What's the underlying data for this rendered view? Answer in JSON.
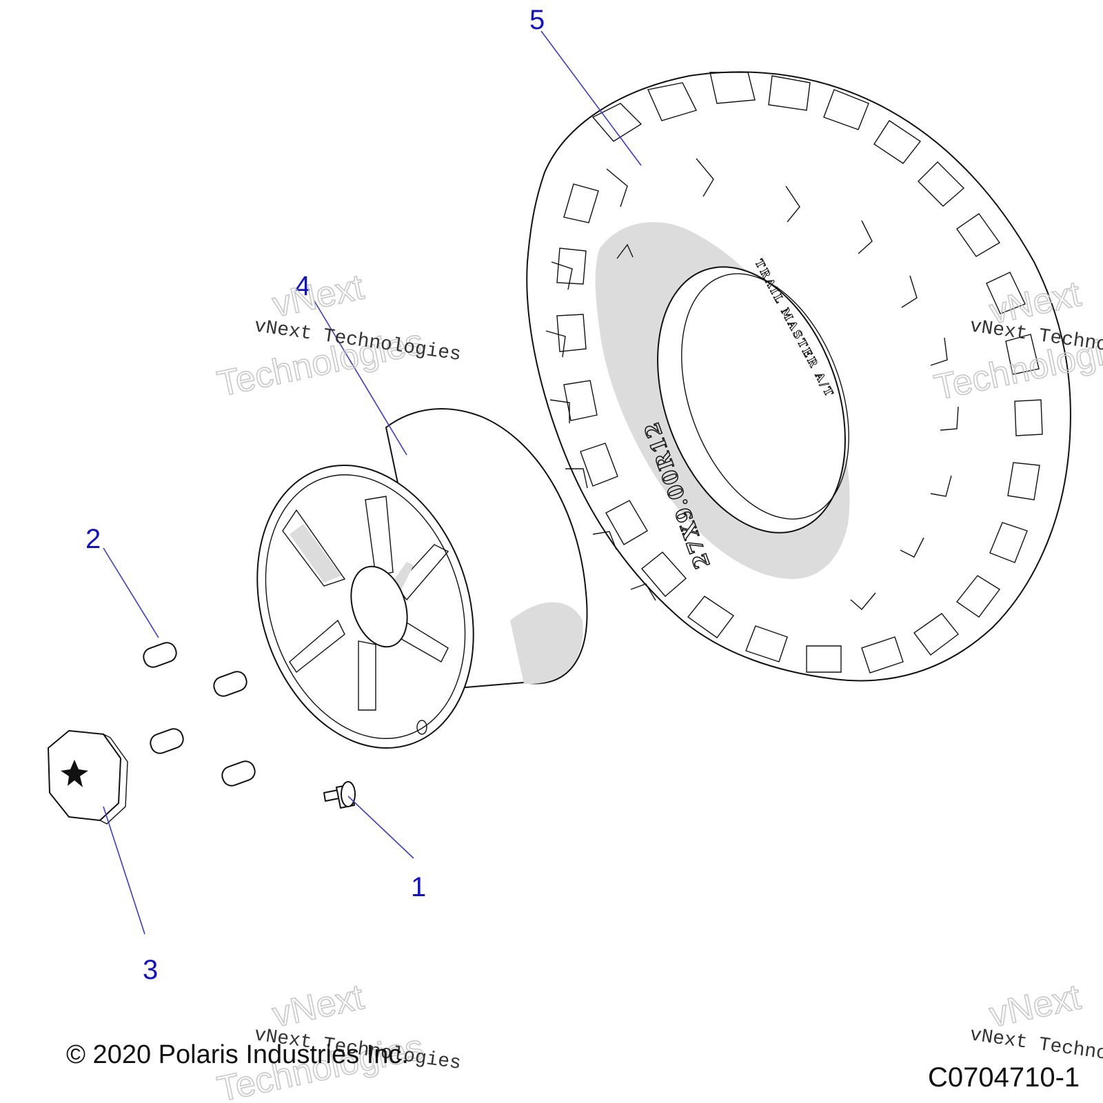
{
  "diagram": {
    "callouts": [
      {
        "id": "1",
        "label": "1"
      },
      {
        "id": "2",
        "label": "2"
      },
      {
        "id": "3",
        "label": "3"
      },
      {
        "id": "4",
        "label": "4"
      },
      {
        "id": "5",
        "label": "5"
      }
    ],
    "tire_sidewall": {
      "size": "27X9.00R12",
      "brand": "TRAIL MASTER A/T"
    },
    "watermark": {
      "serif": "vNext Technologies",
      "outline_line1": "vNext",
      "outline_line2": "Technologies"
    },
    "copyright": "© 2020 Polaris Industries Inc.",
    "figure_id": "C0704710-1"
  }
}
